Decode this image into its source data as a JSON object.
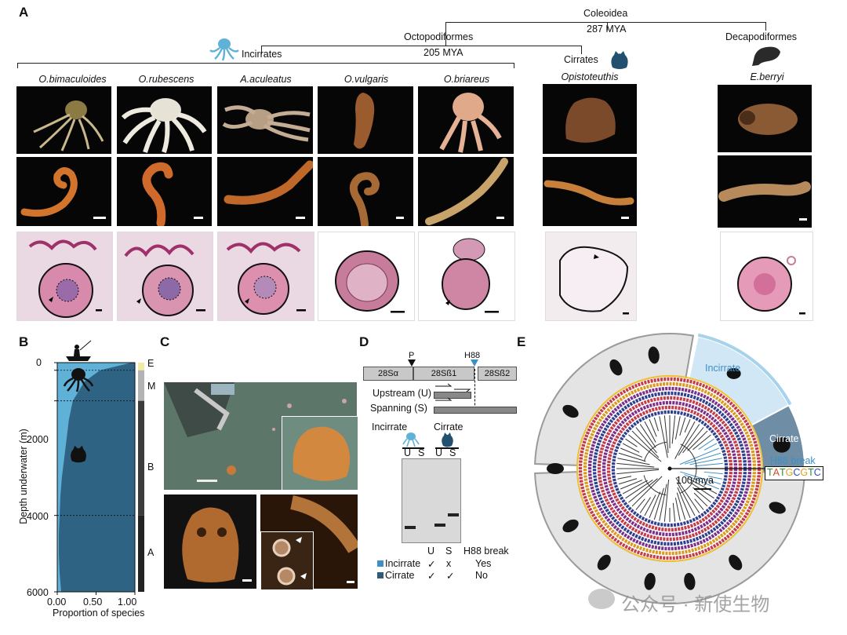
{
  "panels": {
    "a": "A",
    "b": "B",
    "c": "C",
    "d": "D",
    "e": "E"
  },
  "clades": {
    "coleoidea": "Coleoidea",
    "coleoidea_age": "287 MYA",
    "octopodiformes": "Octopodiformes",
    "octopodiformes_age": "205 MYA",
    "incirrates": "Incirrates",
    "cirrates": "Cirrates",
    "decapodiformes": "Decapodiformes"
  },
  "species": [
    "O.bimaculoides",
    "O.rubescens",
    "A.aculeatus",
    "O.vulgaris",
    "O.briareus",
    "Opistoteuthis",
    "E.berryi"
  ],
  "panel_b": {
    "y_label": "Depth underwater (m)",
    "x_label": "Proportion of species",
    "y_ticks": [
      "0",
      "2000",
      "4000",
      "6000"
    ],
    "x_ticks": [
      "0.00",
      "0.50",
      "1.00"
    ],
    "zones": [
      "E",
      "M",
      "B",
      "A"
    ]
  },
  "chart_data": {
    "type": "area",
    "x_label": "Proportion of species",
    "y_label": "Depth underwater (m)",
    "xlim": [
      0,
      1
    ],
    "ylim": [
      6000,
      0
    ],
    "depth_m": [
      0,
      200,
      500,
      1000,
      1500,
      2000,
      2500,
      3000,
      3500,
      4000,
      4500,
      5000,
      5500,
      6000
    ],
    "incirrate_proportion": [
      0.96,
      0.55,
      0.35,
      0.2,
      0.15,
      0.12,
      0.09,
      0.06,
      0.04,
      0.03,
      0.02,
      0.02,
      0.03,
      0.05
    ],
    "zone_bounds_m": [
      [
        0,
        200,
        "E"
      ],
      [
        200,
        1000,
        "M"
      ],
      [
        1000,
        4000,
        "B"
      ],
      [
        4000,
        6000,
        "A"
      ]
    ],
    "dotted_lines_m": [
      200,
      1000,
      4000
    ],
    "colors": {
      "incirrate": "#5fb1d8",
      "cirrate": "#2f6384"
    }
  },
  "panel_d": {
    "segments": [
      "28Sα",
      "28Sß1",
      "28Sß2"
    ],
    "markers": [
      "P",
      "H88"
    ],
    "upstream_label": "Upstream (U)",
    "spanning_label": "Spanning (S)",
    "group_incirrate": "Incirrate",
    "group_cirrate": "Cirrate",
    "lanes": [
      "U",
      "S",
      "U",
      "S"
    ],
    "table_header": [
      "U",
      "S",
      "H88 break"
    ],
    "rows": [
      {
        "name": "Incirrate",
        "u": "✓",
        "s": "x",
        "break": "Yes",
        "color": "#3d8fc4"
      },
      {
        "name": "Cirrate",
        "u": "✓",
        "s": "✓",
        "break": "No",
        "color": "#2f5a78"
      }
    ]
  },
  "panel_e": {
    "incirrate": "Incirrate",
    "cirrate": "Cirrate",
    "h88_break": "H88 break",
    "sequence": [
      "T",
      "A",
      "T",
      "G",
      "C",
      "G",
      "T",
      "C"
    ],
    "scale": "100 mya"
  },
  "watermark": "公众号 · 新使生物",
  "colors": {
    "incirrate_blue": "#5fb1d8",
    "cirrate_navy": "#2f5a78",
    "ocean": "#3b6f93"
  }
}
